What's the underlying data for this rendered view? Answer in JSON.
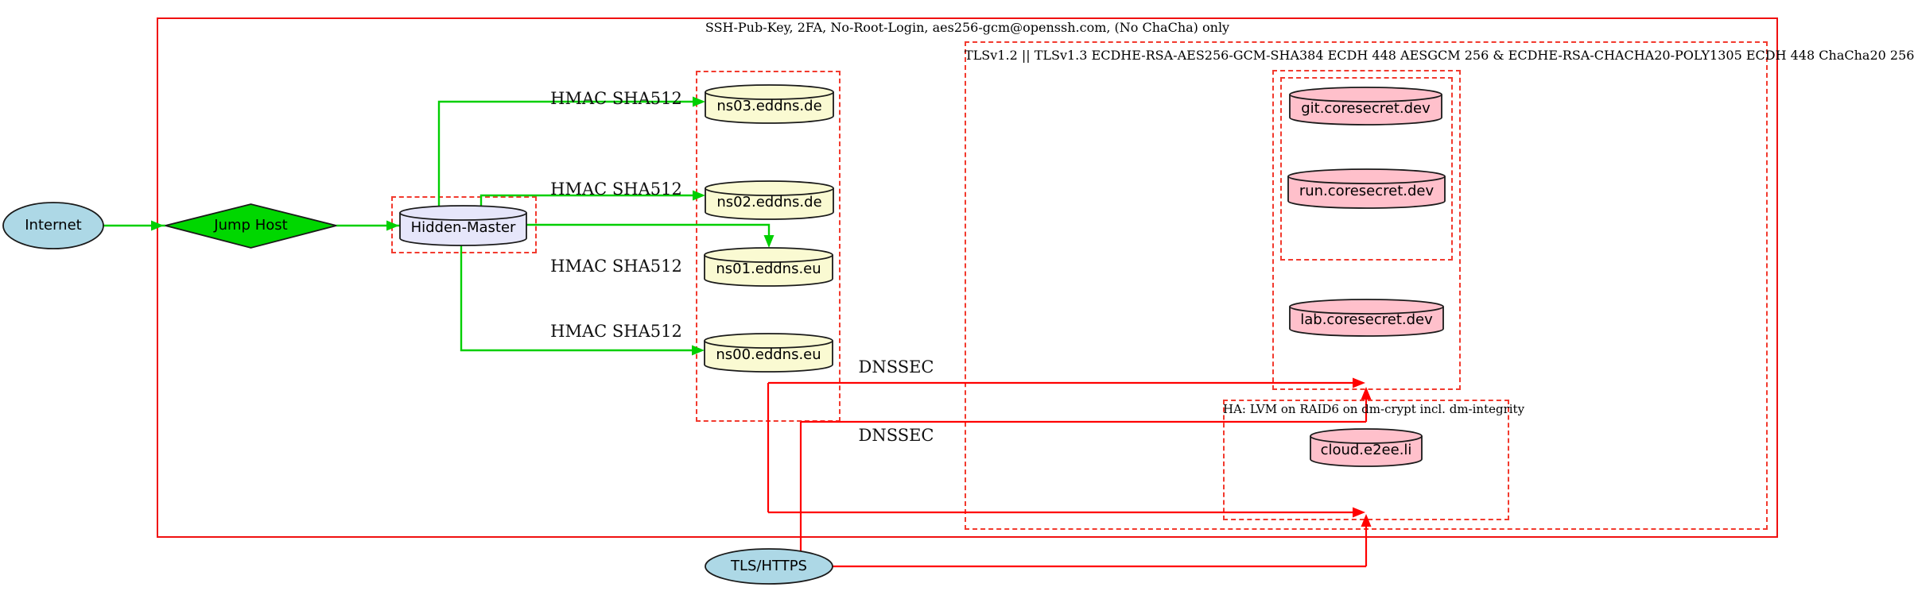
{
  "diagram": {
    "clusters": {
      "ssh": {
        "label": "SSH-Pub-Key, 2FA, No-Root-Login, aes256-gcm@openssh.com, (No ChaCha) only",
        "style": "solid",
        "border_color": "#F01010"
      },
      "tls": {
        "label": "TLSv1.2 || TLSv1.3 ECDHE-RSA-AES256-GCM-SHA384 ECDH 448 AESGCM 256 & ECDHE-RSA-CHACHA20-POLY1305 ECDH 448 ChaCha20 256",
        "style": "dashed",
        "border_color": "#F23A2E"
      },
      "eddns": {
        "label": "",
        "style": "dashed"
      },
      "coresecret_outer": {
        "label": "",
        "style": "dashed"
      },
      "coresecret_inner": {
        "label": "",
        "style": "dashed"
      },
      "ha": {
        "label": "HA: LVM on RAID6 on dm-crypt incl. dm-integrity",
        "style": "dashed",
        "border_color": "#F23A2E"
      }
    },
    "nodes": {
      "internet": {
        "label": "Internet",
        "shape": "ellipse",
        "fill": "#ADD8E6"
      },
      "jump_host": {
        "label": "Jump Host",
        "shape": "diamond",
        "fill": "#00D700"
      },
      "hidden_master": {
        "label": "Hidden-Master",
        "shape": "cylinder",
        "fill": "#E6E6FA"
      },
      "ns03": {
        "label": "ns03.eddns.de",
        "shape": "cylinder",
        "fill": "#FAFAD2"
      },
      "ns02": {
        "label": "ns02.eddns.de",
        "shape": "cylinder",
        "fill": "#FAFAD2"
      },
      "ns01": {
        "label": "ns01.eddns.eu",
        "shape": "cylinder",
        "fill": "#FAFAD2"
      },
      "ns00": {
        "label": "ns00.eddns.eu",
        "shape": "cylinder",
        "fill": "#FAFAD2"
      },
      "git": {
        "label": "git.coresecret.dev",
        "shape": "cylinder",
        "fill": "#FFC0CB"
      },
      "run": {
        "label": "run.coresecret.dev",
        "shape": "cylinder",
        "fill": "#FFC0CB"
      },
      "lab": {
        "label": "lab.coresecret.dev",
        "shape": "cylinder",
        "fill": "#FFC0CB"
      },
      "cloud": {
        "label": "cloud.e2ee.li",
        "shape": "cylinder",
        "fill": "#FFC0CB"
      },
      "tls_https": {
        "label": "TLS/HTTPS",
        "shape": "ellipse",
        "fill": "#ADD8E6"
      }
    },
    "edge_labels": {
      "hmac": "HMAC SHA512",
      "dnssec": "DNSSEC"
    },
    "colors": {
      "edge_secure_green": "#00CF00",
      "edge_red": "#FF0000",
      "node_border": "#1A1A1A"
    }
  }
}
